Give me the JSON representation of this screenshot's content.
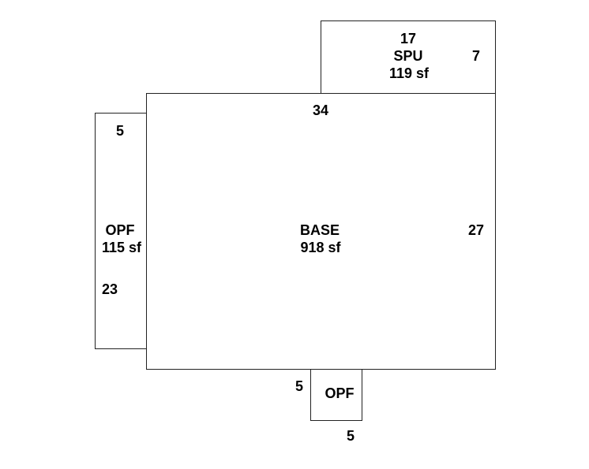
{
  "sketch": {
    "base": {
      "code": "BASE",
      "area": "918 sf",
      "width_dim": "34",
      "depth_dim": "27"
    },
    "spu": {
      "code": "SPU",
      "area": "119 sf",
      "width_dim": "17",
      "depth_dim": "7"
    },
    "opf_left": {
      "code": "OPF",
      "area": "115 sf",
      "width_dim": "5",
      "depth_dim": "23"
    },
    "opf_bottom": {
      "code": "OPF",
      "width_dim": "5",
      "depth_dim": "5"
    }
  }
}
